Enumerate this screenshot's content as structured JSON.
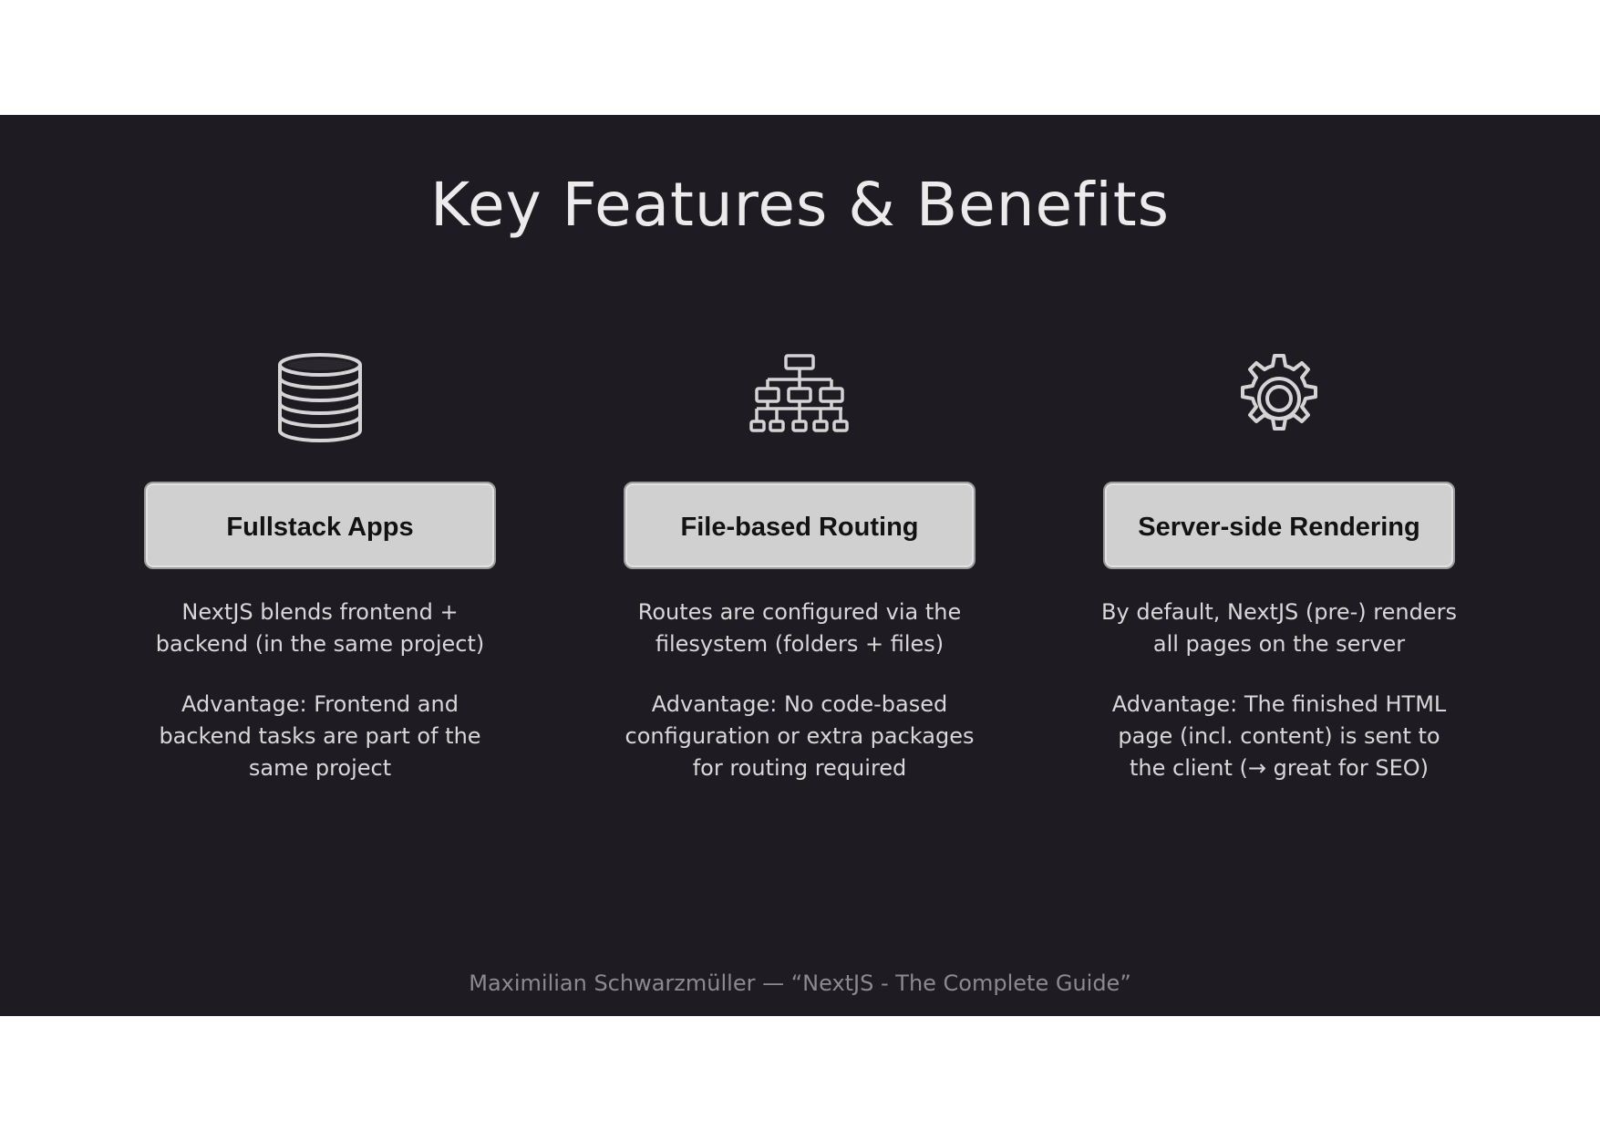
{
  "slide": {
    "title": "Key Features & Benefits",
    "footer": "Maximilian Schwarzmüller — “NextJS - The Complete Guide”"
  },
  "features": [
    {
      "icon": "database-stack-icon",
      "label": "Fullstack Apps",
      "description": "NextJS blends frontend + backend (in the same project)",
      "advantage": "Advantage: Frontend and backend tasks are part of the same project"
    },
    {
      "icon": "sitemap-icon",
      "label": "File-based Routing",
      "description": "Routes are configured via the filesystem (folders + files)",
      "advantage": "Advantage: No code-based configuration or extra packages for routing required"
    },
    {
      "icon": "gear-icon",
      "label": "Server-side Rendering",
      "description": "By default, NextJS (pre-) renders all pages on the server",
      "advantage": "Advantage: The finished HTML page (incl. content) is sent to the client (→ great for SEO)"
    }
  ],
  "colors": {
    "slide_background": "#1e1c22",
    "label_background": "#d0d0d0",
    "text": "#d8d8d8",
    "footer_text": "#8c8a90"
  }
}
